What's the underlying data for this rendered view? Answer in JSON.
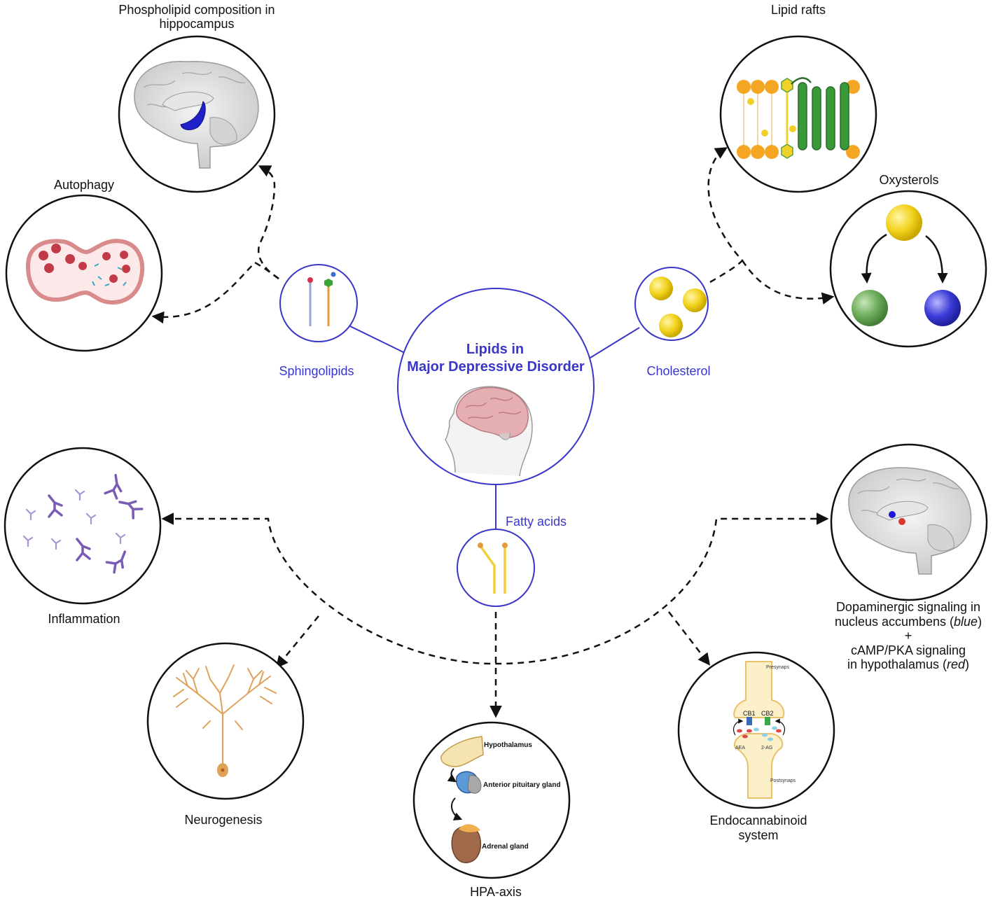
{
  "center": {
    "title_line1": "Lipids in",
    "title_line2": "Major Depressive Disorder"
  },
  "classes": {
    "sphingolipids": "Sphingolipids",
    "cholesterol": "Cholesterol",
    "fatty_acids": "Fatty acids"
  },
  "outcomes": {
    "phospholipid_line1": "Phospholipid composition in",
    "phospholipid_line2": "hippocampus",
    "autophagy": "Autophagy",
    "lipid_rafts": "Lipid rafts",
    "oxysterols": "Oxysterols",
    "inflammation": "Inflammation",
    "neurogenesis": "Neurogenesis",
    "hpa_axis": "HPA-axis",
    "endocannabinoid_line1": "Endocannabinoid",
    "endocannabinoid_line2": "system",
    "dopamine_line1": "Dopaminergic signaling in",
    "dopamine_line2_pre": "nucleus accumbens (",
    "dopamine_line2_em": "blue",
    "dopamine_line2_post": ")",
    "dopamine_plus": "+",
    "dopamine_line3": "cAMP/PKA signaling",
    "dopamine_line4_pre": "in hypothalamus (",
    "dopamine_line4_em": "red",
    "dopamine_line4_post": ")"
  },
  "hpa_labels": {
    "hypothalamus": "Hypothalamus",
    "pituitary": "Anterior pituitary gland",
    "adrenal": "Adrenal gland"
  },
  "ecs_labels": {
    "presynaps": "Presynaps",
    "postsynaps": "Postsynaps",
    "cb1": "CB1",
    "cb2": "CB2",
    "aea": "AEA",
    "two_ag": "2-AG"
  },
  "colors": {
    "accent_blue": "#3a36c8",
    "connector": "#111111",
    "circle_border": "#111111"
  }
}
